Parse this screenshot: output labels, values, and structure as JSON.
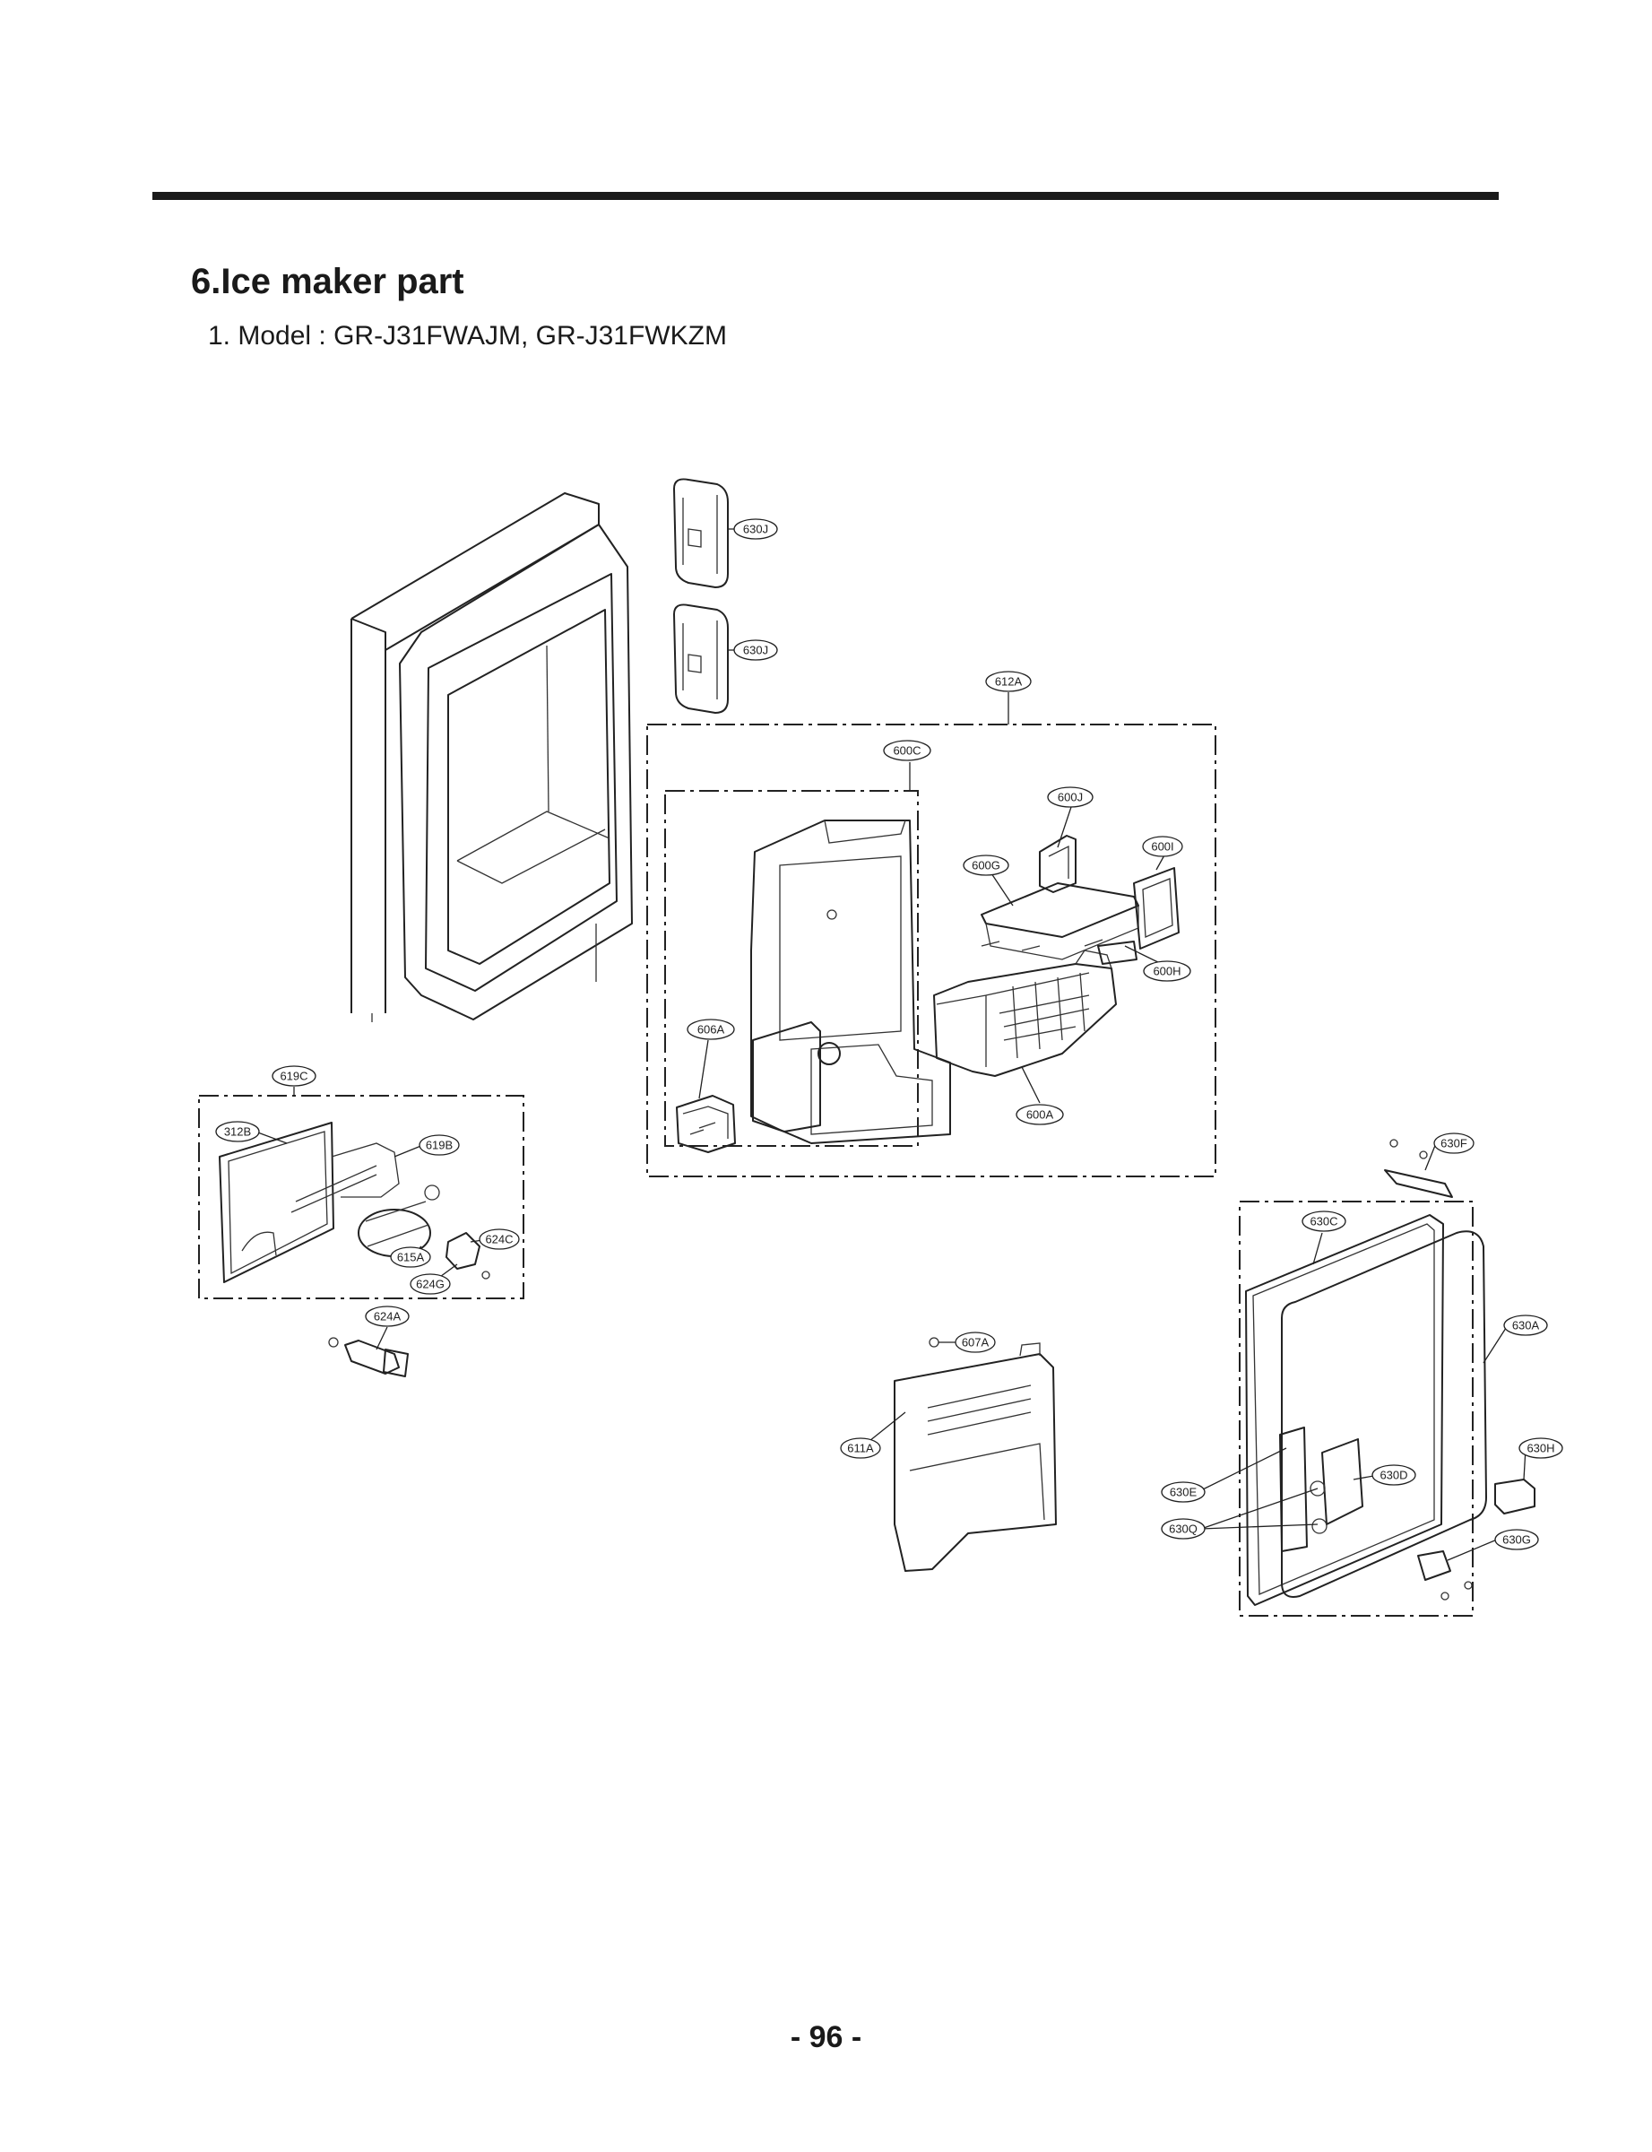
{
  "header": {
    "section_title": "6.Ice maker part",
    "model_line": "1. Model : GR-J31FWAJM, GR-J31FWKZM"
  },
  "footer": {
    "page_number": "- 96 -"
  },
  "diagram": {
    "part_labels": {
      "630J_a": "630J",
      "630J_b": "630J",
      "612A": "612A",
      "600C": "600C",
      "600J": "600J",
      "600I": "600I",
      "600G": "600G",
      "600H": "600H",
      "606A": "606A",
      "600A": "600A",
      "619C": "619C",
      "312B": "312B",
      "619B": "619B",
      "624C": "624C",
      "615A": "615A",
      "624G": "624G",
      "624A": "624A",
      "607A": "607A",
      "611A": "611A",
      "630F": "630F",
      "630C": "630C",
      "630A": "630A",
      "630H": "630H",
      "630D": "630D",
      "630E": "630E",
      "630Q": "630Q",
      "630G": "630G"
    }
  }
}
